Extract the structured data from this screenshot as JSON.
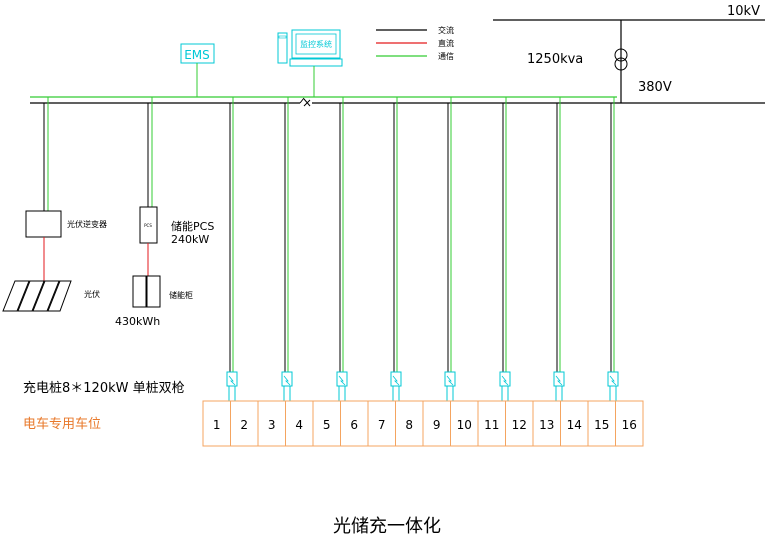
{
  "grid": {
    "hv_label": "10kV",
    "transformer_label": "1250kva",
    "lv_label": "380V"
  },
  "legend": {
    "items": [
      {
        "label": "交流",
        "color": "#000000"
      },
      {
        "label": "直流",
        "color": "#e31a1c"
      },
      {
        "label": "通信",
        "color": "#33cc33"
      }
    ]
  },
  "devices": {
    "ems_label": "EMS",
    "monitor_label": "监控系统",
    "pv_inverter_label": "光伏逆变器",
    "pv_label": "光伏",
    "pcs_box_label": "PCS",
    "pcs_label": "储能PCS",
    "pcs_power": "240kW",
    "battery_label": "储能柜",
    "battery_capacity": "430kWh"
  },
  "chargers": {
    "caption": "充电桩8＊120kW 单桩双枪",
    "parking_caption": "电车专用车位",
    "slots": [
      "1",
      "2",
      "3",
      "4",
      "5",
      "6",
      "7",
      "8",
      "9",
      "10",
      "11",
      "12",
      "13",
      "14",
      "15",
      "16"
    ]
  },
  "footer": {
    "title": "光储充一体化"
  },
  "colors": {
    "ac": "#000000",
    "dc": "#e31a1c",
    "comm": "#33cc33",
    "cyan": "#00c8d6",
    "orange": "#f4a460",
    "orange_text": "#e8782a"
  }
}
